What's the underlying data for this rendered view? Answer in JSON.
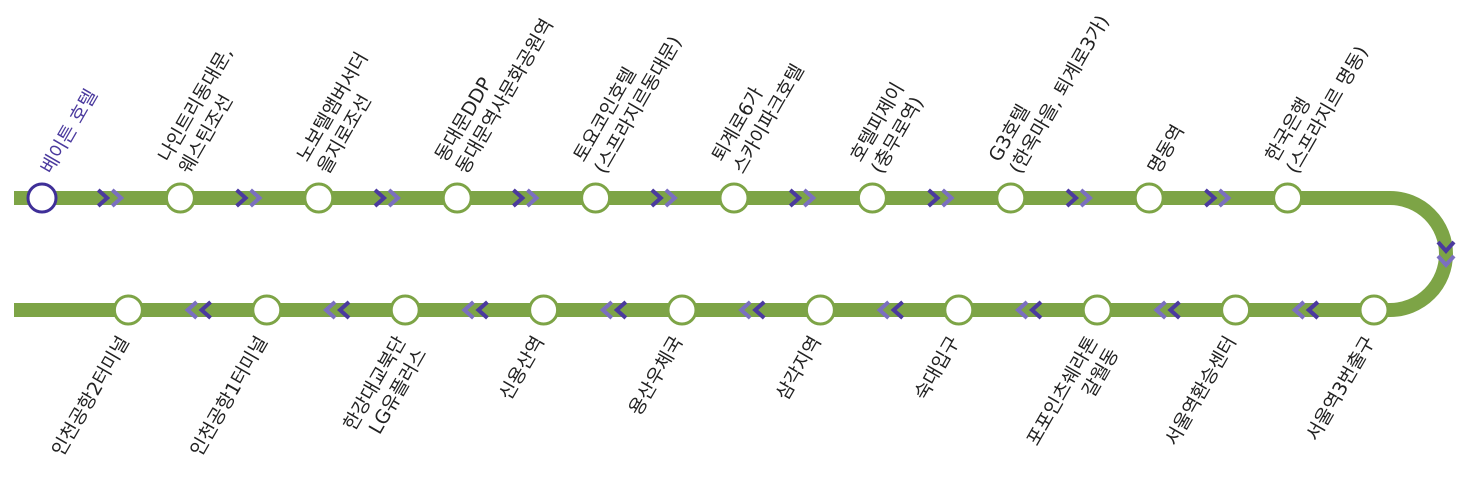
{
  "colors": {
    "line": "#7da446",
    "stop_fill": "#ffffff",
    "start_stroke": "#3f2f98",
    "arrow_dark": "#4b3a9e",
    "arrow_light": "#7b6fc0",
    "label": "#222222",
    "start_label": "#4b3a9e"
  },
  "top_row": {
    "direction": "right",
    "stops": [
      {
        "lines": [
          "베이튼 호텔"
        ],
        "is_start": true
      },
      {
        "lines": [
          "나인트리동대문,",
          "웨스틴조선"
        ]
      },
      {
        "lines": [
          "노보텔앰버서더",
          "을지로조선"
        ]
      },
      {
        "lines": [
          "동대문DDP",
          "동대문역사문화공원역"
        ]
      },
      {
        "lines": [
          "토요코인호텔",
          "(스프라지르동대문)"
        ]
      },
      {
        "lines": [
          "퇴계로6가",
          "스카이파크호텔"
        ]
      },
      {
        "lines": [
          "호텔피제이",
          "(충무로역)"
        ]
      },
      {
        "lines": [
          "G3호텔",
          "(한옥마을, 퇴계로3가)"
        ]
      },
      {
        "lines": [
          "명동역"
        ]
      },
      {
        "lines": [
          "한국은행",
          "(스프라지르 명동)"
        ]
      }
    ]
  },
  "bottom_row": {
    "direction": "left",
    "stops": [
      {
        "lines": [
          "인천공항2터미널"
        ]
      },
      {
        "lines": [
          "인천공항1터미널"
        ]
      },
      {
        "lines": [
          "한강대교북단",
          "LG유플러스"
        ]
      },
      {
        "lines": [
          "신용산역"
        ]
      },
      {
        "lines": [
          "용산우체국"
        ]
      },
      {
        "lines": [
          "삼각지역"
        ]
      },
      {
        "lines": [
          "숙대입구"
        ]
      },
      {
        "lines": [
          "포포인츠쉐라톤",
          "갈월동"
        ]
      },
      {
        "lines": [
          "서울역환승센터"
        ]
      },
      {
        "lines": [
          "서울역3번출구"
        ]
      }
    ]
  }
}
